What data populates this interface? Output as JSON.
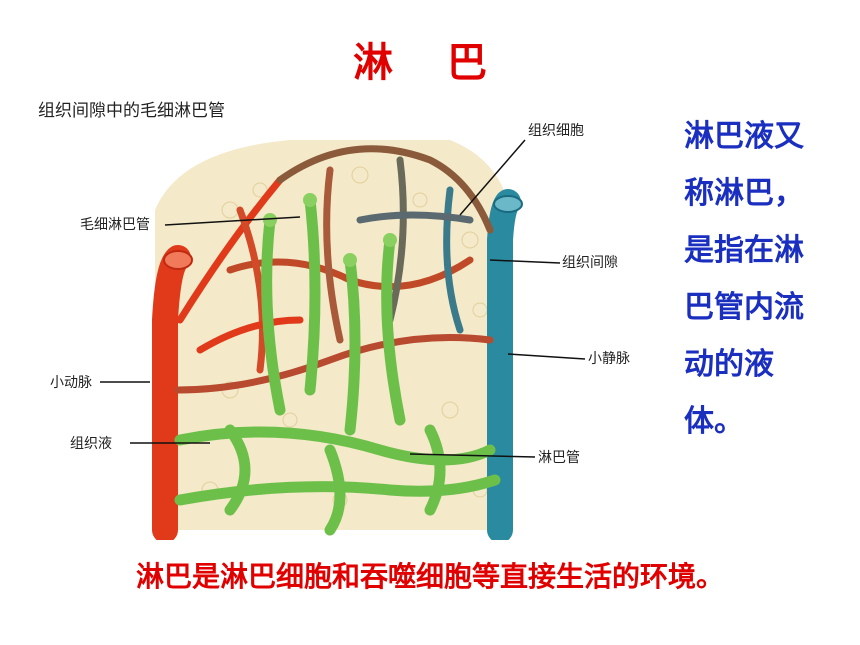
{
  "page": {
    "title": "淋 巴",
    "side_text": "淋巴液又称淋巴，是指在淋巴管内流动的液体。",
    "bottom_text": "淋巴是淋巴细胞和吞噬细胞等直接生活的环境。"
  },
  "diagram": {
    "caption": "组织间隙中的毛细淋巴管",
    "labels": {
      "tissue_cell": "组织细胞",
      "lymph_capillary": "毛细淋巴管",
      "tissue_gap": "组织间隙",
      "small_artery": "小动脉",
      "small_vein": "小静脉",
      "tissue_fluid": "组织液",
      "lymph_vessel": "淋巴管"
    },
    "colors": {
      "artery": "#e03a1a",
      "vein": "#2a8aa0",
      "lymph": "#6cc04a",
      "tissue": "#f4e9c8"
    }
  }
}
